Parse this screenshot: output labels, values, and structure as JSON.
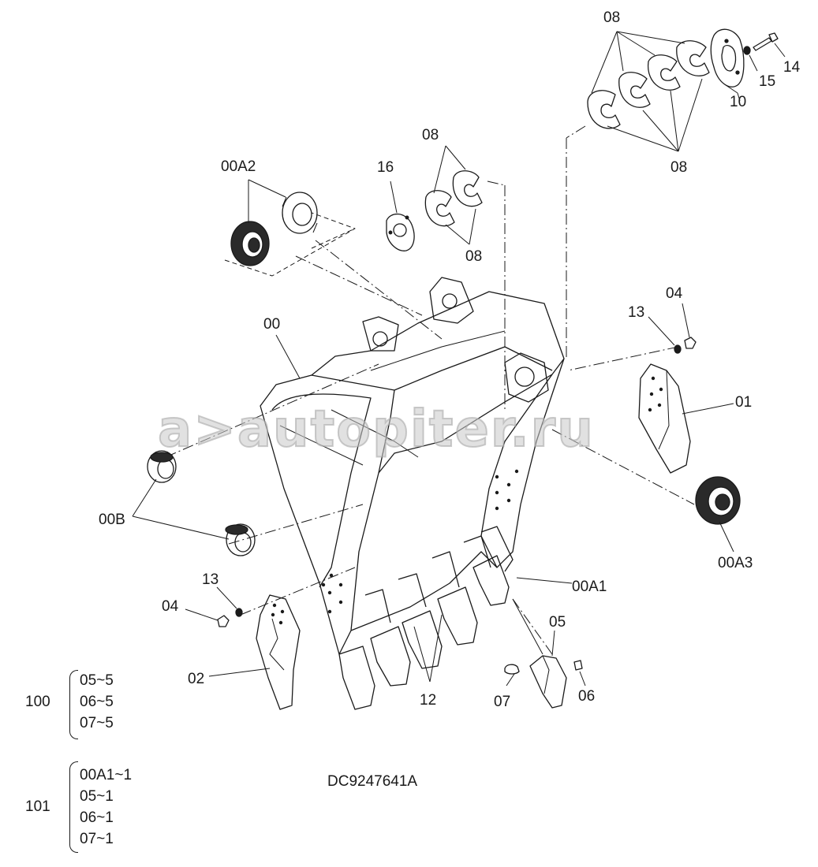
{
  "watermark": "a>autopiter.ru",
  "drawing_number": "DC9247641A",
  "callouts": {
    "c08_top": "08",
    "c08_right": "08",
    "c08_mid_top": "08",
    "c08_mid_bottom": "08",
    "c10": "10",
    "c14": "14",
    "c15": "15",
    "c00A2": "00A2",
    "c16": "16",
    "c00": "00",
    "c13_right": "13",
    "c04_right": "04",
    "c01": "01",
    "c00A3": "00A3",
    "c00B": "00B",
    "c13_left": "13",
    "c04_left": "04",
    "c02": "02",
    "c00A1": "00A1",
    "c05": "05",
    "c12": "12",
    "c07": "07",
    "c06": "06"
  },
  "kits": [
    {
      "number": "100",
      "items": [
        "05~5",
        "06~5",
        "07~5"
      ]
    },
    {
      "number": "101",
      "items": [
        "00A1~1",
        "05~1",
        "06~1",
        "07~1"
      ]
    }
  ],
  "colors": {
    "line": "#1a1a1a",
    "fill_shade": "#2a2a2a",
    "watermark": "#c8c8c8"
  }
}
